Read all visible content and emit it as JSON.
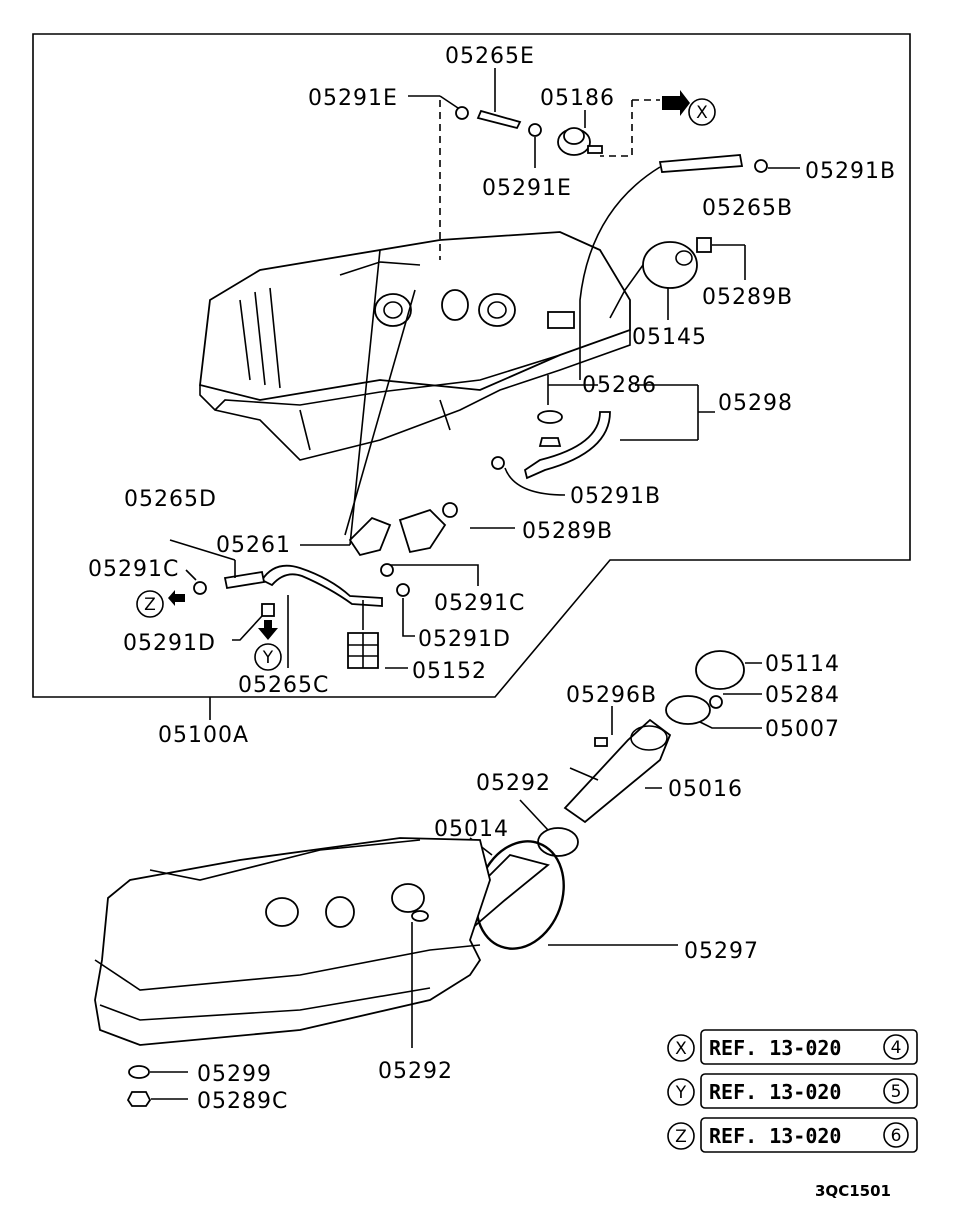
{
  "labels": {
    "p05265E_top": "05265E",
    "p05291E_top": "05291E",
    "p05186": "05186",
    "p05291E_mid": "05291E",
    "p05291B_top": "05291B",
    "p05265B": "05265B",
    "p05289B_top": "05289B",
    "p05145": "05145",
    "p05286": "05286",
    "p05298": "05298",
    "p05291B_mid": "05291B",
    "p05265D": "05265D",
    "p05289B_mid": "05289B",
    "p05261": "05261",
    "p05291C_left": "05291C",
    "p05291C_right": "05291C",
    "p05291D_left": "05291D",
    "p05291D_right": "05291D",
    "p05152": "05152",
    "p05265C": "05265C",
    "p05100A": "05100A",
    "p05114": "05114",
    "p05296B": "05296B",
    "p05284": "05284",
    "p05007": "05007",
    "p05292_top": "05292",
    "p05016": "05016",
    "p05014": "05014",
    "p05297": "05297",
    "p05299": "05299",
    "p05289C": "05289C",
    "p05292_bottom": "05292"
  },
  "markers": {
    "x": "X",
    "y": "Y",
    "z": "Z"
  },
  "references": [
    {
      "marker": "X",
      "text": "REF. 13-020",
      "num": "4"
    },
    {
      "marker": "Y",
      "text": "REF. 13-020",
      "num": "5"
    },
    {
      "marker": "Z",
      "text": "REF. 13-020",
      "num": "6"
    }
  ],
  "drawing_code": "3QC1501"
}
